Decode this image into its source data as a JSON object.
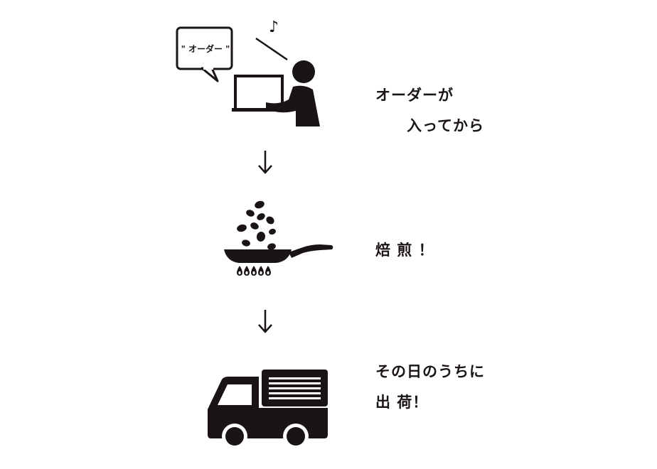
{
  "colors": {
    "ink": "#1a1414",
    "background": "#ffffff"
  },
  "steps": [
    {
      "bubble_text": "\" オーダー \"",
      "caption_line1": "オーダーが",
      "caption_line2": "入ってから",
      "icon": "person-at-laptop-icon",
      "extra_icon": "music-note-icon"
    },
    {
      "caption_line1": "焙 煎 ！",
      "icon": "frying-pan-beans-icon",
      "extra_icon": "gas-flame-icon"
    },
    {
      "caption_line1": "その日のうちに",
      "caption_line2": "出 荷！",
      "icon": "delivery-truck-icon"
    }
  ],
  "arrows": [
    "down-arrow-icon",
    "down-arrow-icon"
  ],
  "music_note": "♪"
}
